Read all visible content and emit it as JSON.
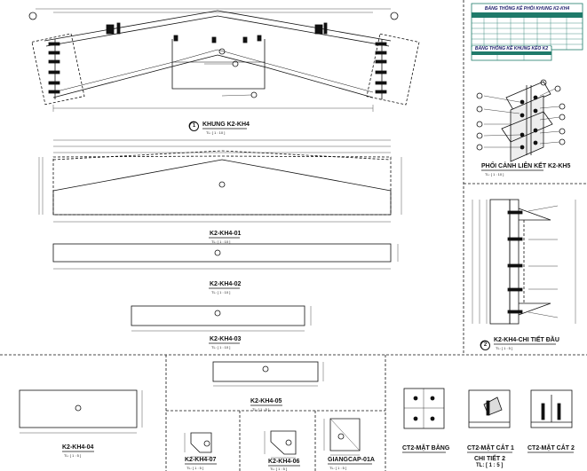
{
  "titles": {
    "main_frame": "KHUNG K2-KH4",
    "main_frame_num": "1",
    "main_frame_scale": "TL: [ 1 : 10 ]",
    "perspective": "PHỐI CẢNH LIÊN KẾT K2-KH5",
    "perspective_scale": "TL: [ 1 : 10 ]",
    "part_01": "K2-KH4-01",
    "part_01_scale": "TL: [ 1 : 10 ]",
    "part_02": "K2-KH4-02",
    "part_02_scale": "TL: [ 1 : 10 ]",
    "part_03": "K2-KH4-03",
    "part_03_scale": "TL: [ 1 : 10 ]",
    "detail": "K2-KH4-CHI TIẾT ĐẦU",
    "detail_num": "2",
    "detail_scale": "TL: [ 1 : 5 ]",
    "part_04": "K2-KH4-04",
    "part_04_scale": "TL: [ 1 : 5 ]",
    "part_05": "K2-KH4-05",
    "part_05_scale": "TL: [ 1 : 5 ]",
    "part_07": "K2-KH4-07",
    "part_07_scale": "TL: [ 1 : 5 ]",
    "part_06": "K2-KH4-06",
    "part_06_scale": "TL: [ 1 : 5 ]",
    "giang": "GIANGCAP-01A",
    "giang_scale": "TL: [ 1 : 5 ]",
    "ct2_mb": "CT2-MẶT BẰNG",
    "ct2_mc1": "CT2-MẶT CẮT 1",
    "ct2_mc2": "CT2-MẶT CẮT 2",
    "chitiet2": "CHI TIẾT 2",
    "chitiet2_scale": "TL: [ 1 : 5 ]"
  },
  "tables": {
    "table1_title": "BẢNG THỐNG KÊ PHÔI KHUNG K2-KH4",
    "table2_title": "BẢNG THỐNG KÊ KHUNG KÈO K2"
  },
  "colors": {
    "line": "#111111",
    "dim": "#555555",
    "table_header": "#1f7a6a",
    "table_title_text": "#1a1a6a"
  }
}
